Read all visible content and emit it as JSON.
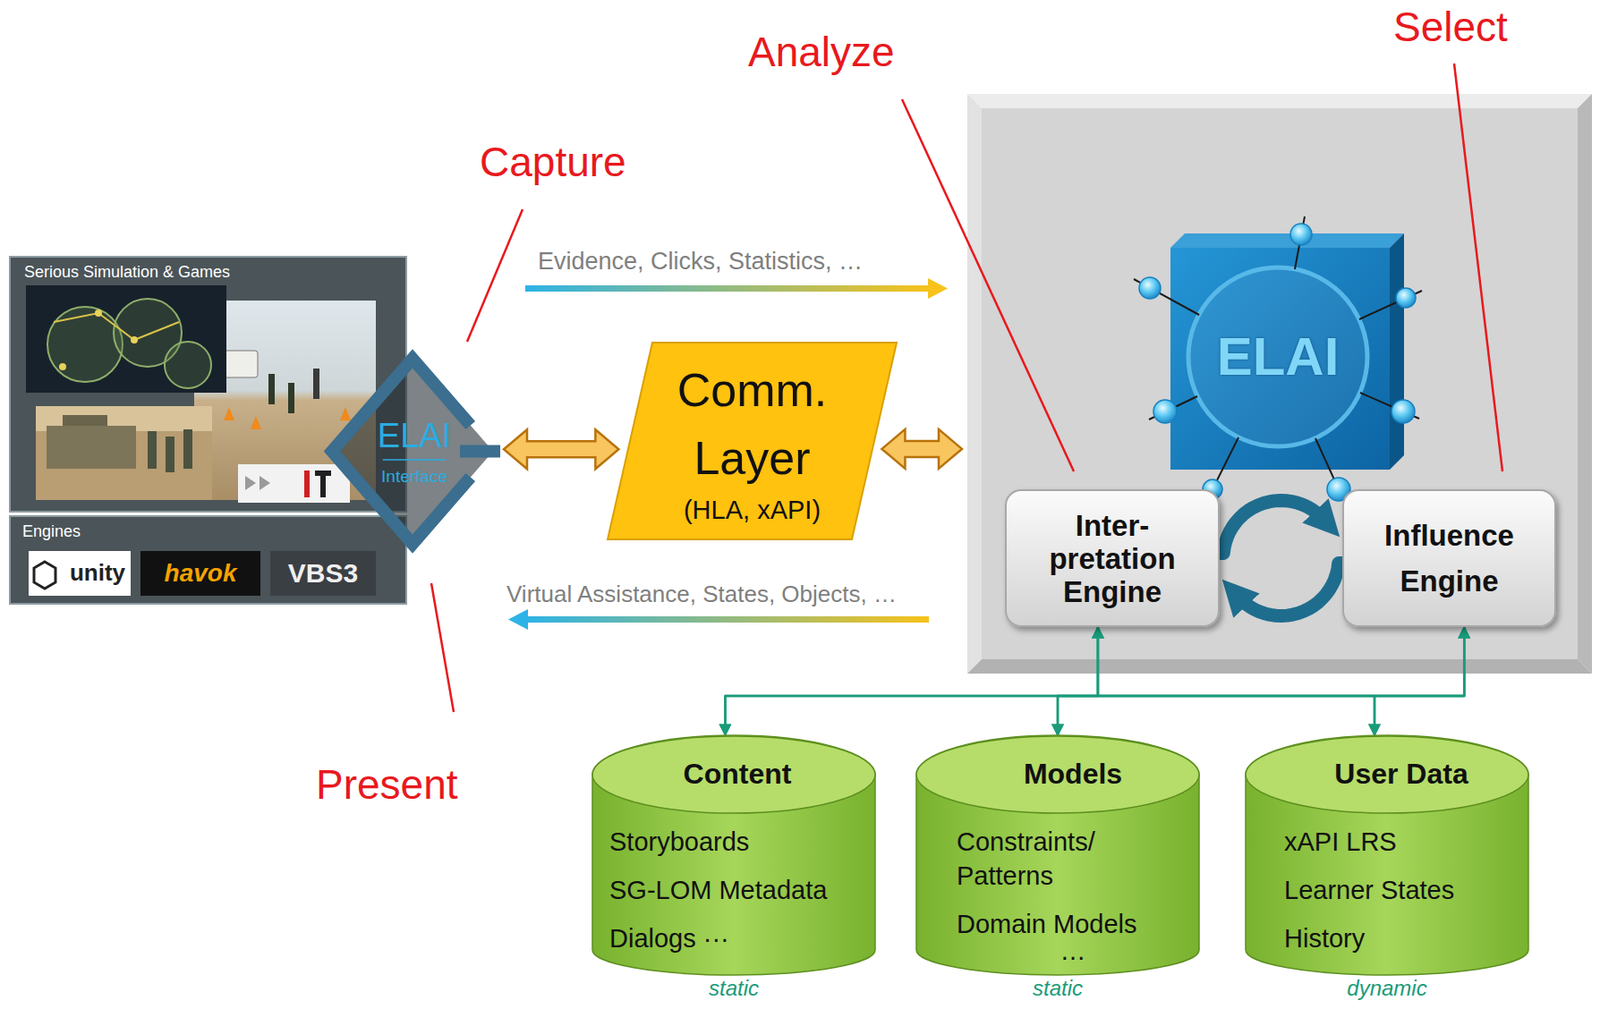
{
  "diagram": {
    "nodes": [
      {
        "text": [
          "Serious Simulation & Games"
        ]
      },
      {
        "text": [
          "Engines",
          "unity",
          "havok",
          "VBS3"
        ]
      },
      {
        "text": [
          "ELAI",
          "Interface"
        ]
      },
      {
        "text": [
          "Comm. Layer",
          "(HLA, xAPI)"
        ]
      },
      {
        "text": [
          "ELAI"
        ]
      },
      {
        "text": [
          "Inter- pretation Engine"
        ],
        "in": 4
      },
      {
        "text": [
          "Influence Engine"
        ],
        "in": 4
      },
      {
        "text": [
          "Content",
          "Storyboards",
          "SG-LOM Metadata",
          "Dialogs ···",
          "static"
        ]
      },
      {
        "text": [
          "Models",
          "Constraints/ Patterns",
          "Domain Models",
          "…",
          "static"
        ]
      },
      {
        "text": [
          "User Data",
          "xAPI LRS",
          "Learner States",
          "History",
          "dynamic"
        ]
      }
    ],
    "edges": [
      {
        "from": 2,
        "to": 3,
        "arrow": "both"
      },
      {
        "from": 3,
        "to": 4,
        "arrow": "both"
      },
      {
        "from": 5,
        "to": 6,
        "arrow": "to"
      },
      {
        "from": 6,
        "to": 5,
        "arrow": "to"
      },
      {
        "from": 5,
        "to": 7,
        "arrow": "both"
      },
      {
        "from": 5,
        "to": 8,
        "arrow": "both"
      },
      {
        "from": 5,
        "to": 9,
        "arrow": "both"
      },
      {
        "from": 6,
        "to": 7,
        "arrow": "both"
      },
      {
        "from": 6,
        "to": 8,
        "arrow": "both"
      },
      {
        "from": 6,
        "to": 9,
        "arrow": "both"
      }
    ],
    "labels": [
      "Evidence, Clicks, Statistics, …",
      "Virtual Assistance, States, Objects, …",
      "Capture",
      "Analyze",
      "Select",
      "Present"
    ]
  }
}
